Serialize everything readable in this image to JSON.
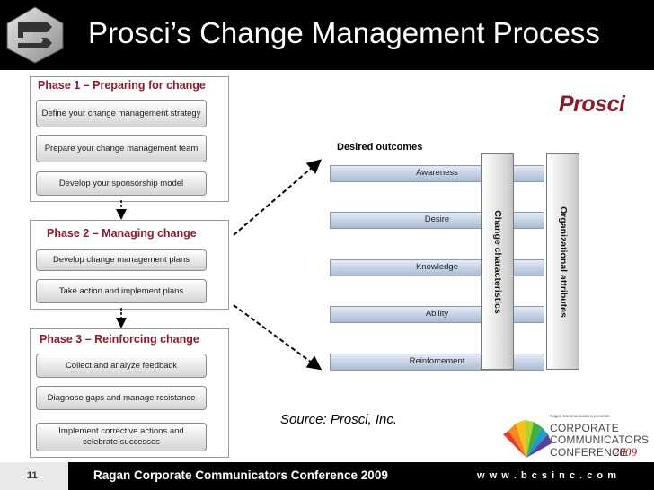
{
  "title": "Prosci’s Change Management Process",
  "brand": {
    "prosci_label": "Prosci",
    "prosci_color": "#8b1a2a"
  },
  "phases": [
    {
      "title": "Phase 1 – Preparing for change",
      "steps": [
        "Define your change management strategy",
        "Prepare your change management team",
        "Develop your sponsorship model"
      ]
    },
    {
      "title": "Phase 2 – Managing change",
      "steps": [
        "Develop change management plans",
        "Take action and implement plans"
      ]
    },
    {
      "title": "Phase 3 – Reinforcing change",
      "steps": [
        "Collect and analyze feedback",
        "Diagnose gaps and manage resistance",
        "Implement corrective actions and celebrate successes"
      ]
    }
  ],
  "outcomes": {
    "heading": "Desired outcomes",
    "items": [
      "Awareness",
      "Desire",
      "Knowledge",
      "Ability",
      "Reinforcement"
    ]
  },
  "columns": {
    "change": "Change characteristics",
    "org": "Organizational attributes"
  },
  "source": "Source: Prosci, Inc.",
  "conference_logo": {
    "small": "Ragan Communications presents",
    "line1": "CORPORATE",
    "line2": "COMMUNICATORS",
    "line3": "CONFERENCE",
    "year": "2009"
  },
  "footer": {
    "page": "11",
    "text": "Ragan Corporate Communicators Conference 2009",
    "url": "w w w . b c s i n c . c o m"
  },
  "icons": {
    "logo": "bcs-logo-icon",
    "arrow": "arrow-icon",
    "starburst": "starburst-icon"
  }
}
